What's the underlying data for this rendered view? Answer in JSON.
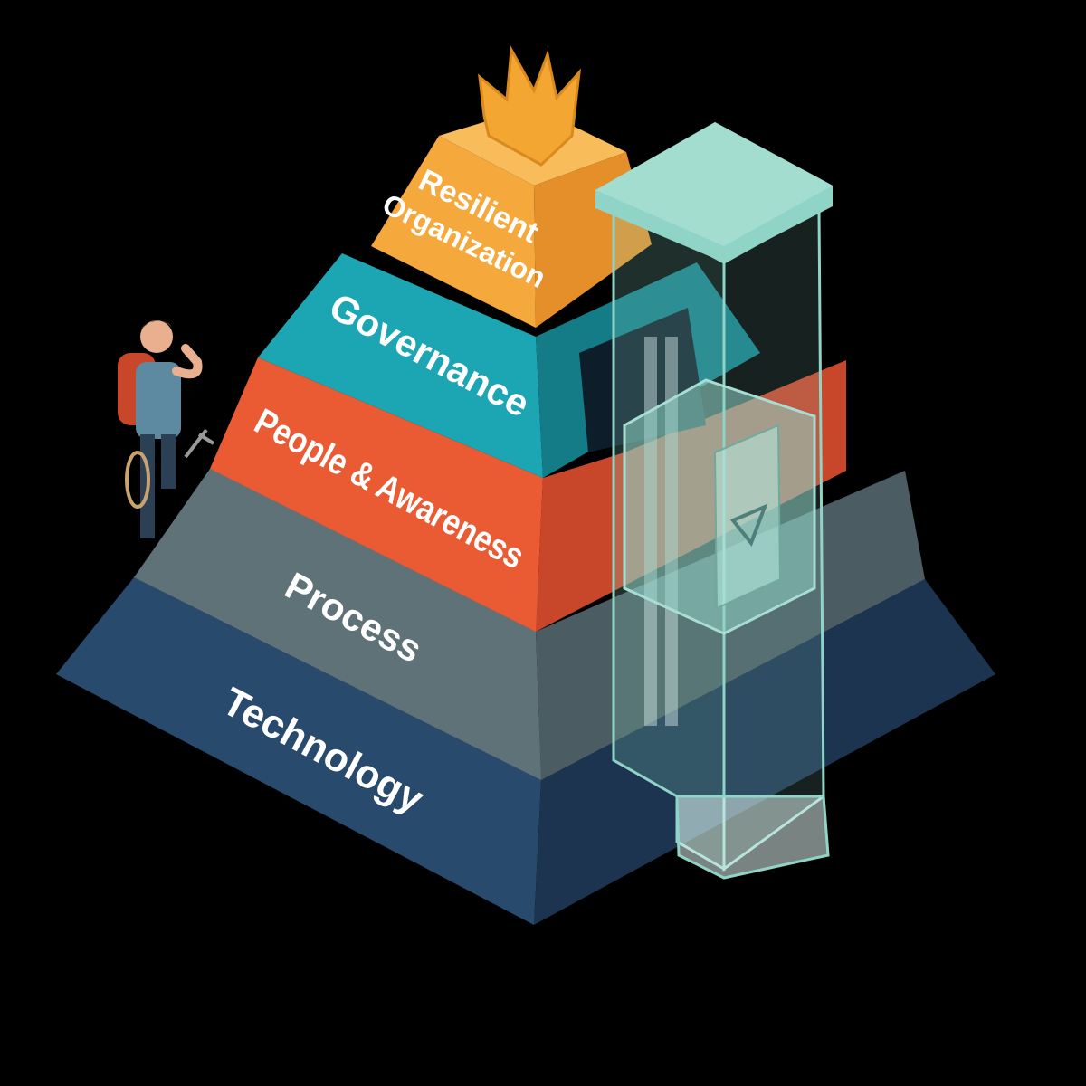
{
  "diagram": {
    "layers": [
      {
        "label": "Technology",
        "color": "#284a6c",
        "side_color": "#1c344f"
      },
      {
        "label": "Process",
        "color": "#5e7278",
        "side_color": "#4b5c62"
      },
      {
        "label": "People & Awareness",
        "color": "#ea5b34",
        "side_color": "#c8462a"
      },
      {
        "label": "Governance",
        "color": "#1ca5b2",
        "side_color": "#137c87"
      },
      {
        "label_line1": "Resilient",
        "label_line2": "Organization",
        "color": "#f5a83b",
        "side_color": "#e48f2a"
      }
    ],
    "crown_color": "#f3a732",
    "elevator_color": "#8fd4c6",
    "background": "#000000"
  }
}
